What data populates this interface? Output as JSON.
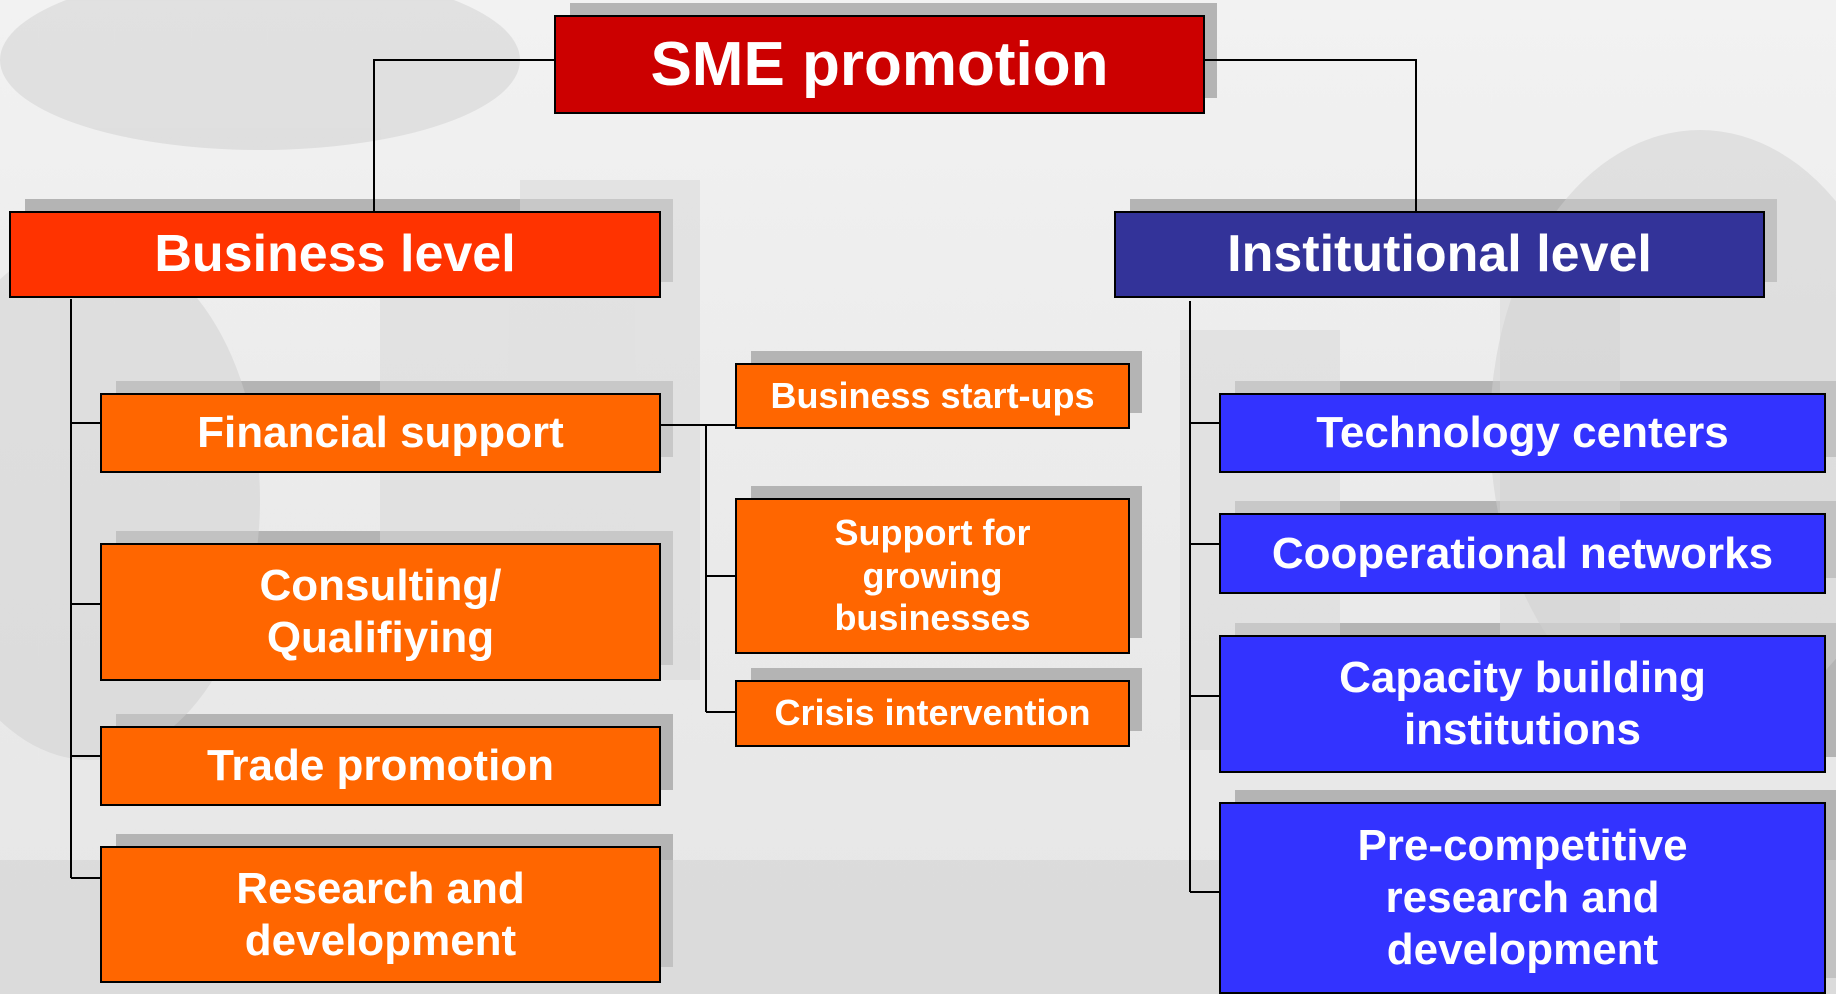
{
  "root": {
    "label": "SME promotion"
  },
  "business": {
    "label": "Business level",
    "items": [
      "Financial support",
      "Consulting/\nQualifiying",
      "Trade promotion",
      "Research and\ndevelopment"
    ],
    "financial_sub": [
      "Business start-ups",
      "Support for\ngrowing\nbusinesses",
      "Crisis intervention"
    ]
  },
  "institutional": {
    "label": "Institutional level",
    "items": [
      "Technology centers",
      "Cooperational networks",
      "Capacity building\ninstitutions",
      "Pre-competitive\nresearch and\ndevelopment"
    ]
  },
  "colors": {
    "root": "#cc0000",
    "business_header": "#ff3300",
    "business_items": "#ff6600",
    "institutional_header": "#333399",
    "institutional_items": "#3333ff"
  }
}
